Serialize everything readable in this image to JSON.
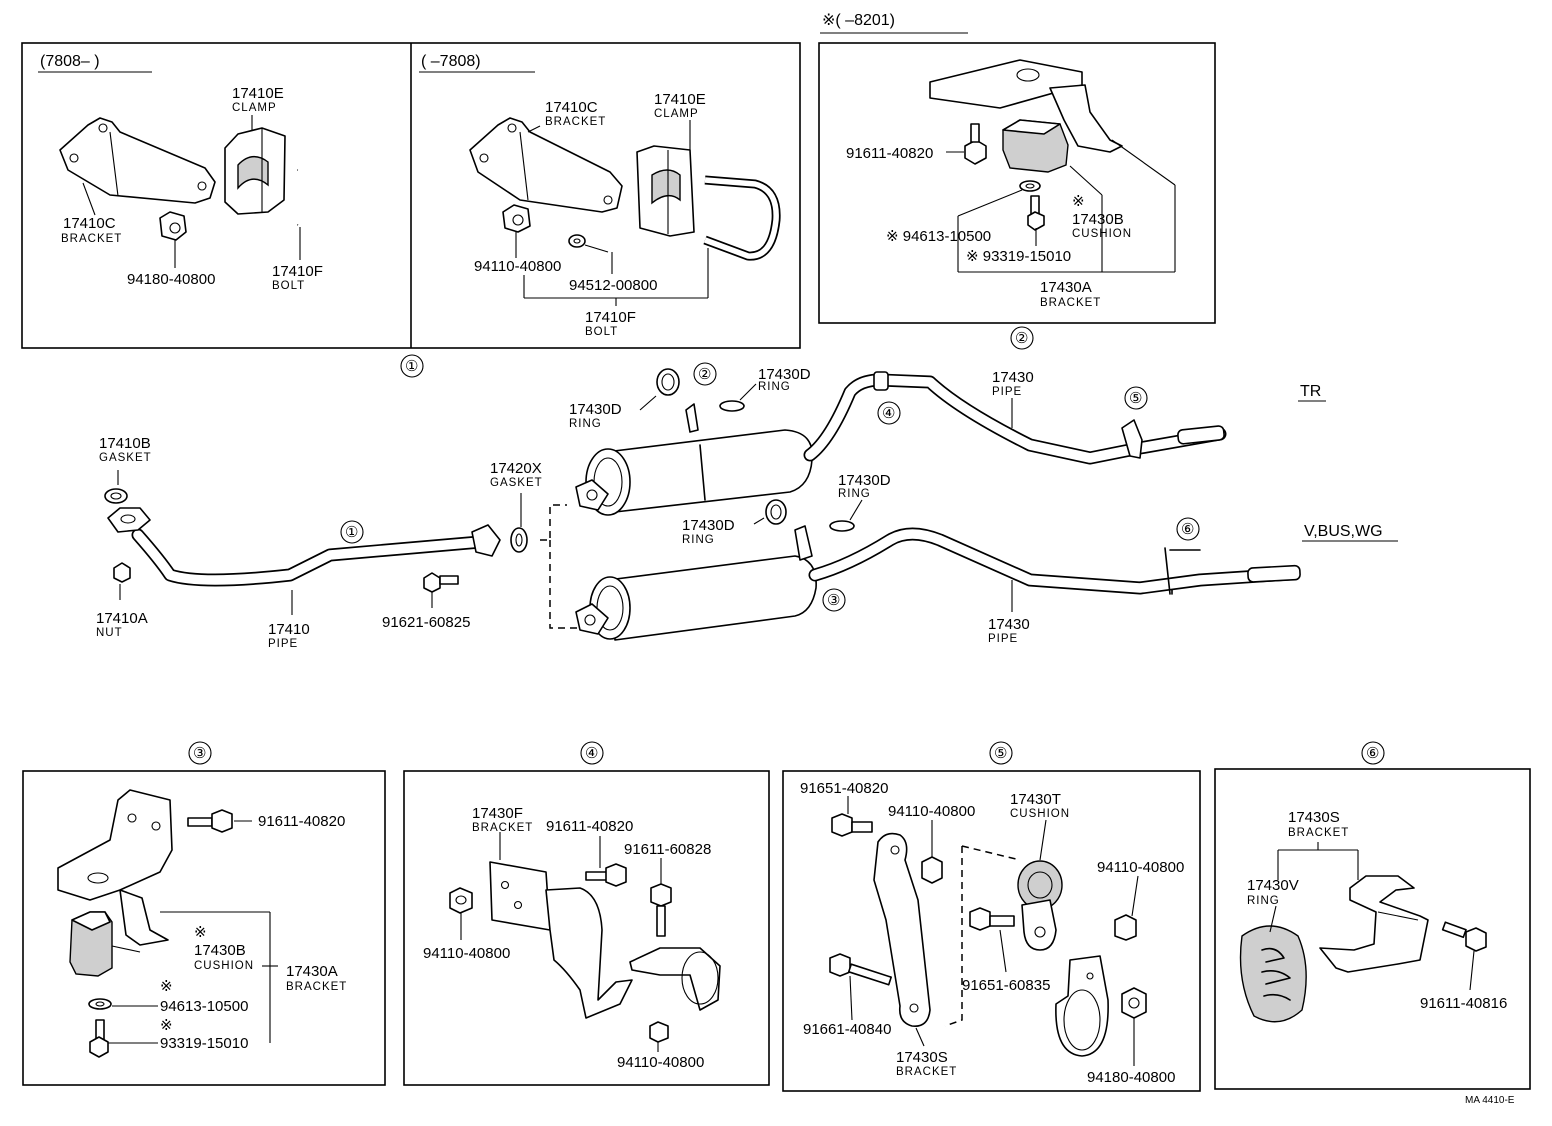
{
  "panels": {
    "p1a": {
      "header": "(7808–      )"
    },
    "p1b": {
      "header": "(      –7808)"
    },
    "p2": {
      "header": "※(      –8201)"
    }
  },
  "circles": [
    "①",
    "②",
    "③",
    "④",
    "⑤",
    "⑥"
  ],
  "variants": {
    "tr": "TR",
    "vbus": "V,BUS,WG"
  },
  "labels": {
    "p1a_17410E": "17410E",
    "p1a_clamp": "CLAMP",
    "p1a_17410C": "17410C",
    "p1a_bracket": "BRACKET",
    "p1a_94180": "94180-40800",
    "p1a_17410F": "17410F",
    "p1a_bolt": "BOLT",
    "p1b_17410C": "17410C",
    "p1b_bracket": "BRACKET",
    "p1b_17410E": "17410E",
    "p1b_clamp": "CLAMP",
    "p1b_94110": "94110-40800",
    "p1b_94512": "94512-00800",
    "p1b_17410F": "17410F",
    "p1b_bolt": "BOLT",
    "p2_91611": "91611-40820",
    "p2_star_b": "※",
    "p2_17430B": "17430B",
    "p2_cushion": "CUSHION",
    "p2_94613": "※ 94613-10500",
    "p2_93319": "※ 93319-15010",
    "p2_17430A": "17430A",
    "p2_bracket": "BRACKET",
    "m_17430D_a": "17430D",
    "m_ring_a": "RING",
    "m_17430D_b": "17430D",
    "m_ring_b": "RING",
    "m_17430_top": "17430",
    "m_pipe_top": "PIPE",
    "m_17410B": "17410B",
    "m_gasket_b": "GASKET",
    "m_17420X": "17420X",
    "m_gasket_x": "GASKET",
    "m_17430D_c": "17430D",
    "m_ring_c": "RING",
    "m_17430D_d": "17430D",
    "m_ring_d": "RING",
    "m_17410A": "17410A",
    "m_nut": "NUT",
    "m_17410": "17410",
    "m_pipe_17410": "PIPE",
    "m_91621": "91621-60825",
    "m_17430_bot": "17430",
    "m_pipe_bot": "PIPE",
    "p3_91611": "91611-40820",
    "p3_star1": "※",
    "p3_17430B": "17430B",
    "p3_cushion": "CUSHION",
    "p3_17430A": "17430A",
    "p3_bracket": "BRACKET",
    "p3_star2": "※",
    "p3_94613": "94613-10500",
    "p3_star3": "※",
    "p3_93319": "93319-15010",
    "p4_17430F": "17430F",
    "p4_bracket": "BRACKET",
    "p4_91611_a": "91611-40820",
    "p4_91611_b": "91611-60828",
    "p4_94110_a": "94110-40800",
    "p4_94110_b": "94110-40800",
    "p5_91651_a": "91651-40820",
    "p5_94110_a": "94110-40800",
    "p5_17430T": "17430T",
    "p5_cushion": "CUSHION",
    "p5_94110_b": "94110-40800",
    "p5_91651_b": "91651-60835",
    "p5_91661": "91661-40840",
    "p5_17430S": "17430S",
    "p5_bracket": "BRACKET",
    "p5_94180": "94180-40800",
    "p6_17430S": "17430S",
    "p6_bracket": "BRACKET",
    "p6_17430V": "17430V",
    "p6_ring": "RING",
    "p6_91611": "91611-40816",
    "ref": "MA 4410-E"
  }
}
